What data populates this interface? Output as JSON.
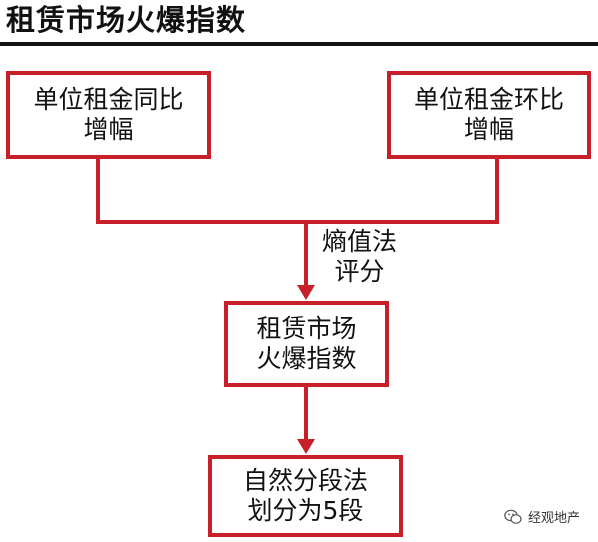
{
  "title": "租赁市场火爆指数",
  "nodes": {
    "yoy": {
      "lines": [
        "单位租金同比",
        "增幅"
      ]
    },
    "mom": {
      "lines": [
        "单位租金环比",
        "增幅"
      ]
    },
    "index": {
      "lines": [
        "租赁市场",
        "火爆指数"
      ]
    },
    "grading": {
      "lines": [
        "自然分段法",
        "划分为5段"
      ]
    }
  },
  "edge_label": {
    "lines": [
      "熵值法",
      "评分"
    ]
  },
  "watermark": {
    "text": "经观地产",
    "icon": "wechat-icon"
  },
  "colors": {
    "box_border": "#c8202a",
    "connector": "#c8202a",
    "text": "#111111"
  }
}
